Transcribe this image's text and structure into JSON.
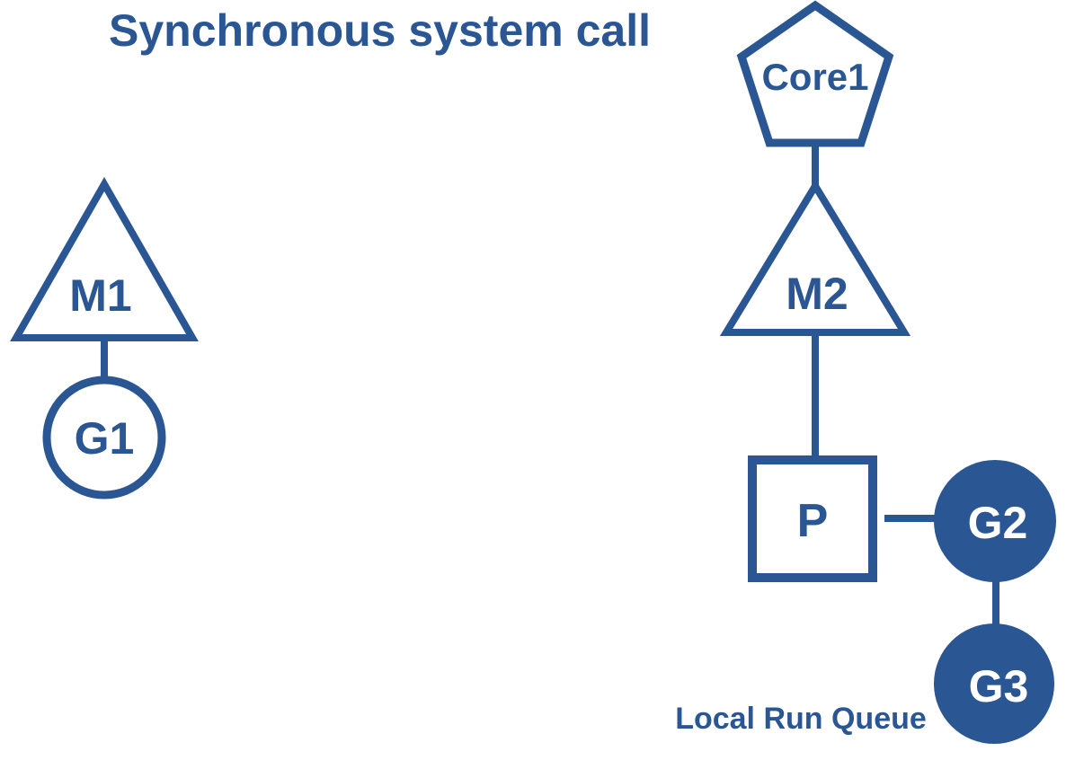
{
  "diagram": {
    "title": "Synchronous system call",
    "colors": {
      "accent": "#2A5693",
      "node_fill": "#FFFFFF",
      "filled_node_text": "#FFFFFF",
      "background": "#FFFFFF"
    },
    "left_group": {
      "machine": {
        "label": "M1",
        "shape": "triangle-outline"
      },
      "goroutine": {
        "label": "G1",
        "shape": "circle-outline"
      }
    },
    "right_group": {
      "core": {
        "label": "Core1",
        "shape": "pentagon-outline"
      },
      "machine": {
        "label": "M2",
        "shape": "triangle-outline"
      },
      "processor": {
        "label": "P",
        "shape": "square-outline"
      },
      "run_queue": {
        "caption": "Local Run Queue",
        "goroutines": [
          {
            "label": "G2",
            "shape": "circle-filled"
          },
          {
            "label": "G3",
            "shape": "circle-filled"
          }
        ]
      }
    }
  }
}
